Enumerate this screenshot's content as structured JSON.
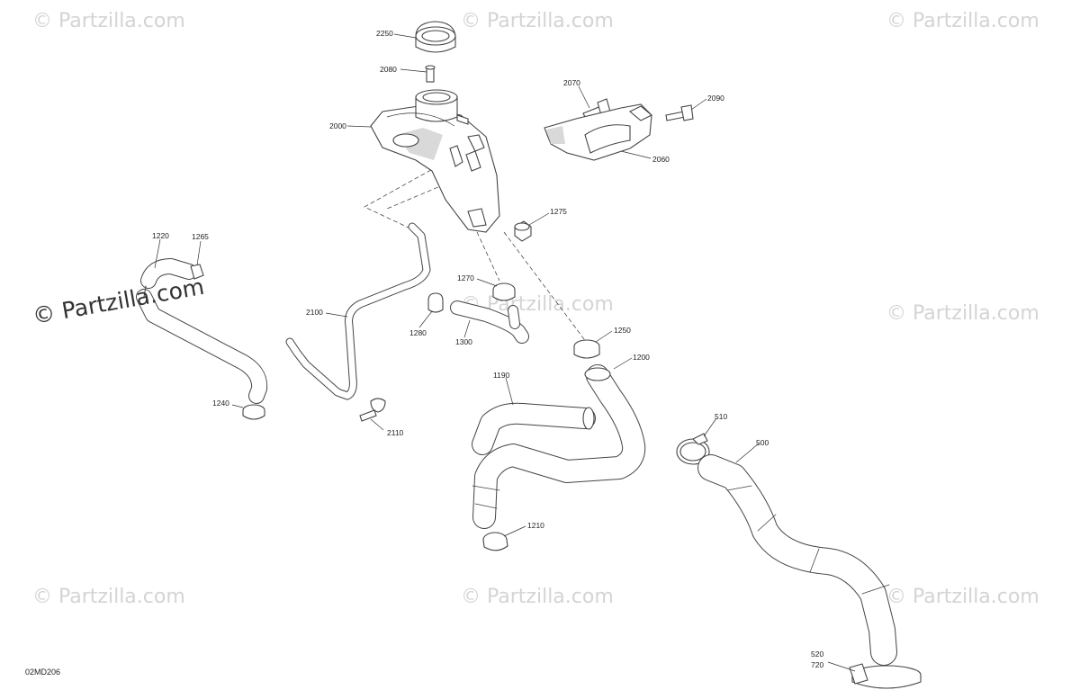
{
  "watermark": {
    "brand": "© Partzilla.com"
  },
  "diagram_code": "02MD206",
  "callouts": [
    {
      "id": "cap",
      "text": "2250"
    },
    {
      "id": "cap-screw",
      "text": "2080"
    },
    {
      "id": "reservoir",
      "text": "2000"
    },
    {
      "id": "bracket-screw",
      "text": "2070"
    },
    {
      "id": "bracket-bolt",
      "text": "2090"
    },
    {
      "id": "bracket",
      "text": "2060"
    },
    {
      "id": "tank-clamp",
      "text": "1275"
    },
    {
      "id": "left-hose",
      "text": "1220"
    },
    {
      "id": "left-hose-clamp-top",
      "text": "1265"
    },
    {
      "id": "left-hose-clamp-bottom",
      "text": "1240"
    },
    {
      "id": "overflow-hose",
      "text": "2100"
    },
    {
      "id": "overflow-clip",
      "text": "2110"
    },
    {
      "id": "short-hose-clamp",
      "text": "1270"
    },
    {
      "id": "small-clamp",
      "text": "1280"
    },
    {
      "id": "short-hose",
      "text": "1300"
    },
    {
      "id": "main-hose-clamp",
      "text": "1250"
    },
    {
      "id": "main-hose",
      "text": "1200"
    },
    {
      "id": "s-hose",
      "text": "1190"
    },
    {
      "id": "s-hose-clamp",
      "text": "1210"
    },
    {
      "id": "big-clamp",
      "text": "510"
    },
    {
      "id": "big-hose",
      "text": "500"
    },
    {
      "id": "bottom-clamp-a",
      "text": "520"
    },
    {
      "id": "bottom-clamp-b",
      "text": "720"
    }
  ]
}
